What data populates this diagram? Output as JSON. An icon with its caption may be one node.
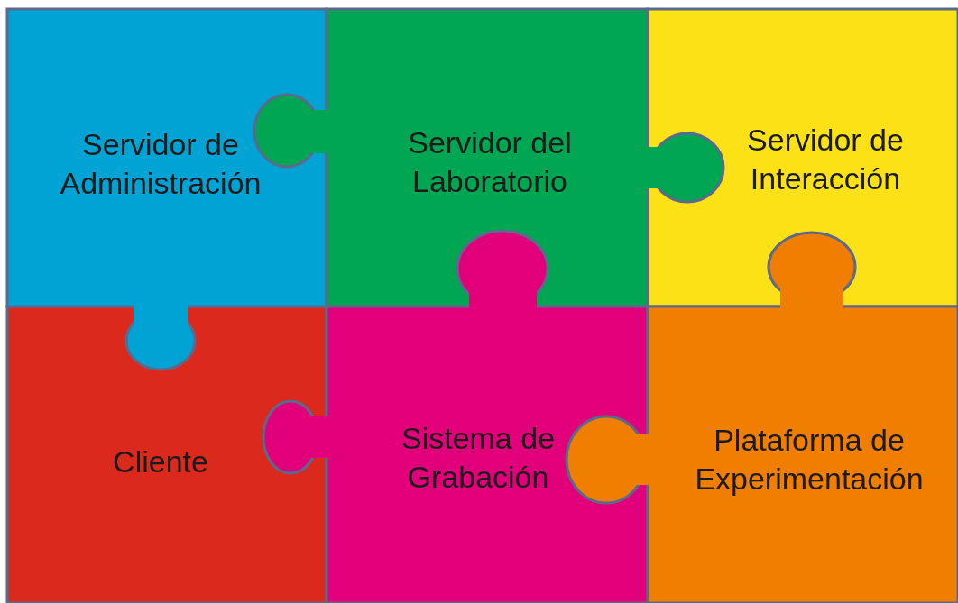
{
  "diagram": {
    "nodes": [
      {
        "text": [
          "Servidor de Administración"
        ]
      },
      {
        "text": [
          "Servidor del Laboratorio"
        ]
      },
      {
        "text": [
          "Servidor de Interacción"
        ]
      },
      {
        "text": [
          "Cliente"
        ]
      },
      {
        "text": [
          "Sistema de Grabación"
        ]
      },
      {
        "text": [
          "Plataforma de Experimentación"
        ]
      }
    ]
  }
}
